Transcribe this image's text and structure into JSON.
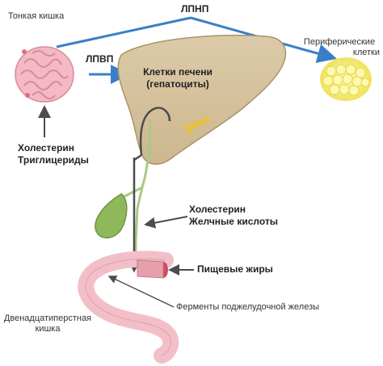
{
  "labels": {
    "small_intestine": "Тонкая кишка",
    "ldl": "ЛПНП",
    "hdl": "ЛПВП",
    "liver_cells_1": "Клетки печени",
    "liver_cells_2": "(гепатоциты)",
    "peripheral_1": "Периферические",
    "peripheral_2": "клетки",
    "chol_tg_1": "Холестерин",
    "chol_tg_2": "Триглицериды",
    "chol_bile_1": "Холестерин",
    "chol_bile_2": "Желчные кислоты",
    "dietary_fats": "Пищевые жиры",
    "pancreatic_enzymes": "Ферменты поджелудочной железы",
    "duodenum_1": "Двенадцатиперстная",
    "duodenum_2": "кишка"
  },
  "colors": {
    "ldl_line": "#3a7ec8",
    "liver": "#d5c29e",
    "gallbladder": "#8fb85a",
    "duodenum": "#f5c7ce",
    "fat_cells": "#f4ea6a",
    "arrow": "#4d4d4d"
  }
}
